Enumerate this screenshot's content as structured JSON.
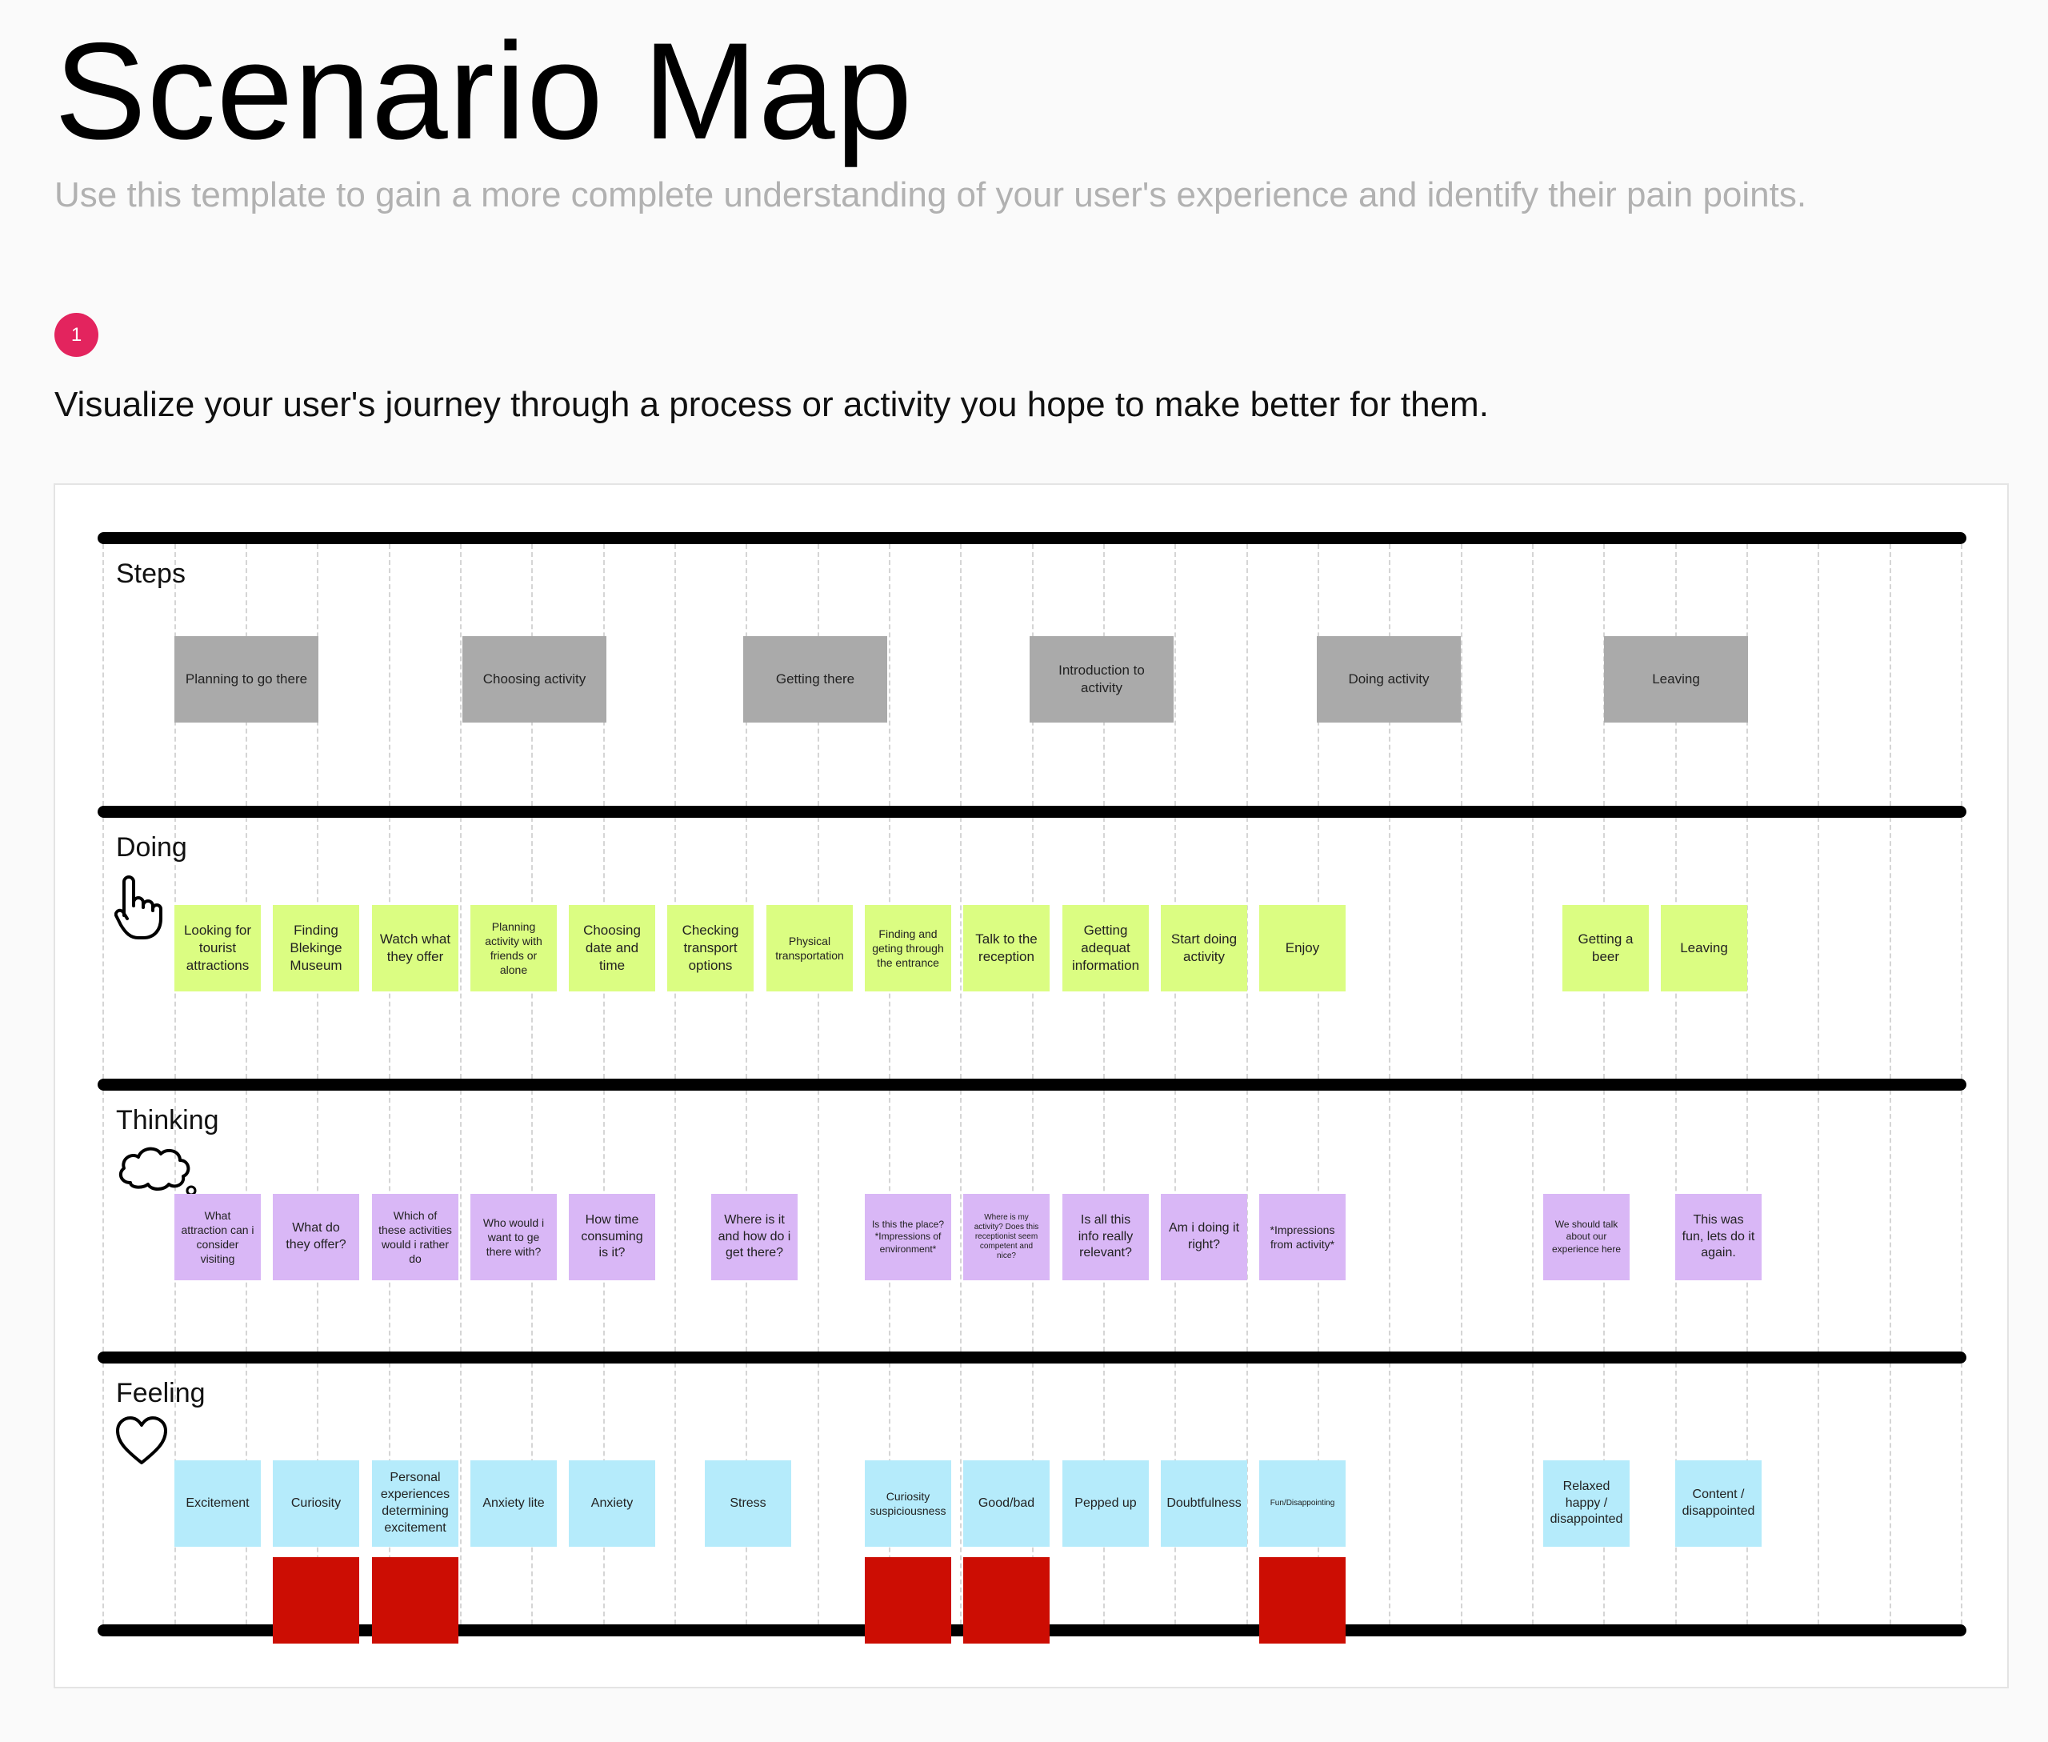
{
  "header": {
    "title": "Scenario Map",
    "subtitle": "Use this template to gain a more complete understanding of your user's experience and identify their pain points."
  },
  "step_number": "1",
  "instruction": "Visualize your user's journey through a process or activity you hope to make better for them.",
  "lanes": {
    "steps": {
      "label": "Steps"
    },
    "doing": {
      "label": "Doing",
      "icon": "pointing-hand-icon"
    },
    "thinking": {
      "label": "Thinking",
      "icon": "thought-cloud-icon"
    },
    "feeling": {
      "label": "Feeling",
      "icon": "heart-icon"
    }
  },
  "steps": [
    "Planning to go there",
    "Choosing activity",
    "Getting there",
    "Introduction to activity",
    "Doing activity",
    "Leaving"
  ],
  "doing": [
    "Looking for tourist attractions",
    "Finding Blekinge Museum",
    "Watch what they offer",
    "Planning activity with friends or alone",
    "Choosing date and time",
    "Checking transport options",
    "Physical transportation",
    "Finding and geting through the entrance",
    "Talk to the reception",
    "Getting adequat information",
    "Start doing activity",
    "Enjoy",
    "Getting a beer",
    "Leaving"
  ],
  "thinking": [
    "What attraction can i consider visiting",
    "What do they offer?",
    "Which of these activities would i rather do",
    "Who would i want to ge there with?",
    "How time consuming is it?",
    "Where is it and how do i get there?",
    "Is this the place? *Impressions of environment*",
    "Where is my activity? Does this receptionist seem competent and nice?",
    "Is all this info really relevant?",
    "Am i doing it right?",
    "*Impressions from activity*",
    "We should talk about our experience here",
    "This was fun, lets do it again."
  ],
  "feeling": [
    "Excitement",
    "Curiosity",
    "Personal experiences determining excitement",
    "Anxiety lite",
    "Anxiety",
    "Stress",
    "Curiosity suspiciousness",
    "Good/bad",
    "Pepped up",
    "Doubtfulness",
    "Fun/Disappointing",
    "Relaxed happy / disappointed",
    "Content / disappointed"
  ],
  "colors": {
    "step_note": "#aaaaaa",
    "doing_note": "#dbfd82",
    "thinking_note": "#d9b7f6",
    "feeling_note": "#b5ebfb",
    "pain_point": "#cc0d03",
    "badge": "#e3245e"
  }
}
